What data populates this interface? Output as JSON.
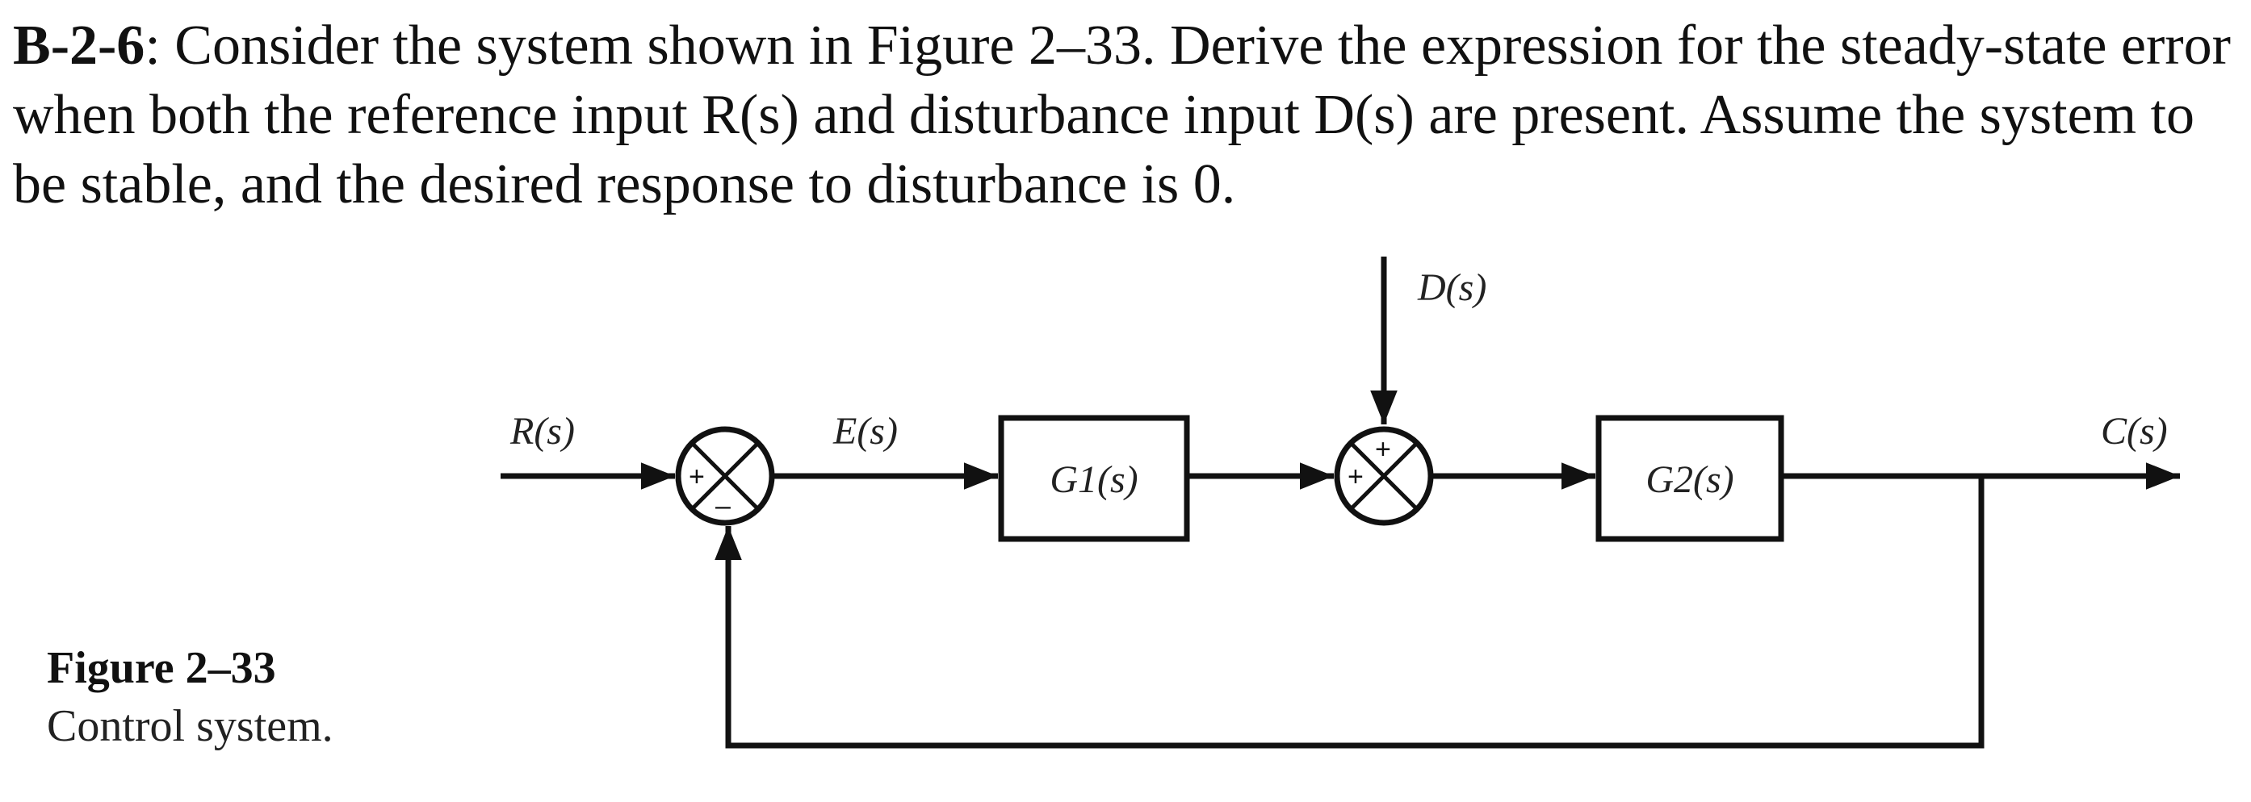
{
  "problem": {
    "id": "B-2-6",
    "text": ": Consider the system shown in Figure 2–33. Derive the expression for the steady-state error when both the reference input R(s) and disturbance input D(s) are present. Assume the system to be stable, and the desired response to disturbance is 0."
  },
  "diagram": {
    "signals": {
      "reference": "R(s)",
      "error": "E(s)",
      "disturbance": "D(s)",
      "output": "C(s)"
    },
    "blocks": {
      "g1": "G1(s)",
      "g2": "G2(s)"
    },
    "summing_junction_1": {
      "input_sign": "+",
      "feedback_sign": "–"
    },
    "summing_junction_2": {
      "input_sign": "+",
      "disturbance_sign": "+"
    }
  },
  "figure": {
    "title": "Figure 2–33",
    "subtitle": "Control system."
  }
}
